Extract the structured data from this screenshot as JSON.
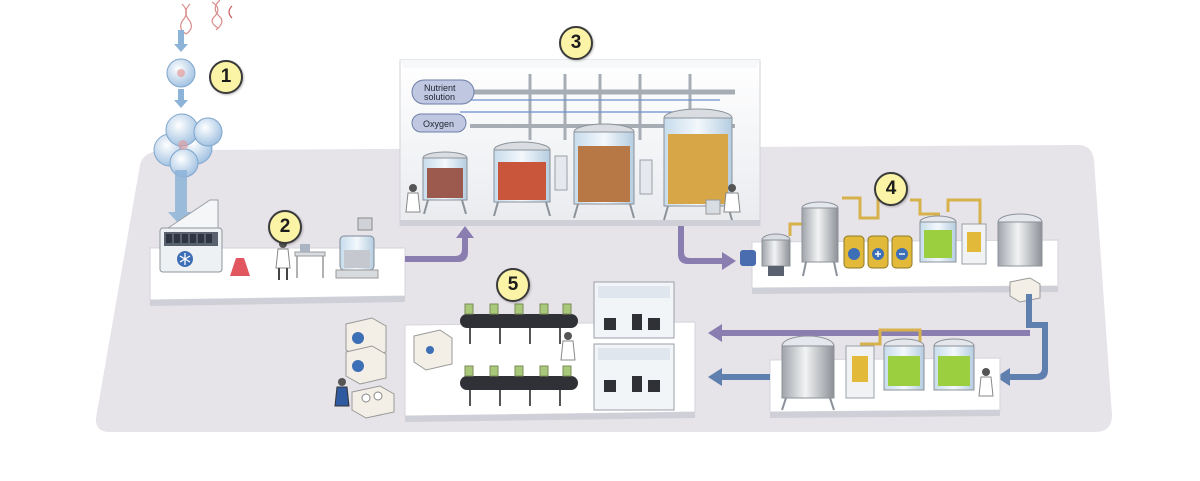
{
  "steps": [
    {
      "number": "1",
      "id": "cell-line-development"
    },
    {
      "number": "2",
      "id": "cell-banking-and-seed-train"
    },
    {
      "number": "3",
      "id": "bioreactor-cultivation"
    },
    {
      "number": "4",
      "id": "downstream-purification"
    },
    {
      "number": "5",
      "id": "fill-finish-packaging"
    }
  ],
  "supply_tanks": {
    "nutrient_line1": "Nutrient",
    "nutrient_line2": "solution",
    "oxygen": "Oxygen"
  },
  "colors": {
    "floor": "#e6e3e9",
    "platform": "#ffffff",
    "flow_arrow": "#8a7db0",
    "return_arrow": "#5f7fae",
    "supply_tank": "#bfc8e0",
    "pipe": "#d7b14a",
    "culture_1": "#9c5a4e",
    "culture_2": "#c9553a",
    "culture_3": "#b87845",
    "culture_4": "#d7a646",
    "badge": "#fbf4a6"
  },
  "icons": [
    "dna-strand-icon",
    "cell-icon",
    "cell-cluster-icon",
    "freezer-icon",
    "snowflake-icon",
    "bioreactor-icon",
    "centrifuge-icon",
    "chromatography-column-icon",
    "filling-line-icon",
    "shipping-box-icon",
    "operator-icon"
  ]
}
